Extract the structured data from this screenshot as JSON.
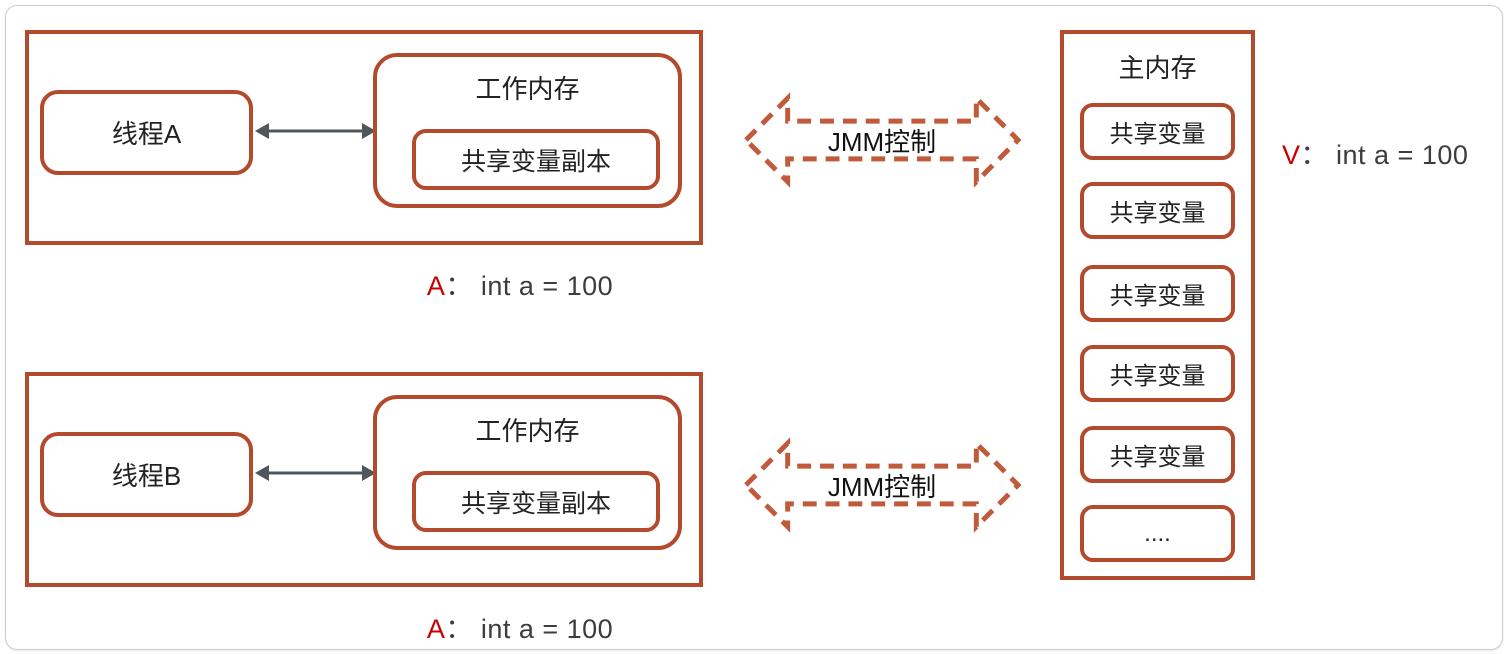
{
  "colors": {
    "box_border": "#b34a2d",
    "dashed_border": "#c05a3a",
    "connector_arrow": "#4f575d",
    "red_letter": "#c80000",
    "text_dark": "#222222",
    "value_text": "#3d3d3d",
    "frame_border": "#cbcbcb"
  },
  "threads": [
    {
      "name": "线程A",
      "working_memory_title": "工作内存",
      "copy_label": "共享变量副本",
      "value_red": "A",
      "value_rest": "：  int a = 100"
    },
    {
      "name": "线程B",
      "working_memory_title": "工作内存",
      "copy_label": "共享变量副本",
      "value_red": "A",
      "value_rest": "：  int a = 100"
    }
  ],
  "jmm_arrows": [
    {
      "label": "JMM控制"
    },
    {
      "label": "JMM控制"
    }
  ],
  "main_memory": {
    "title": "主内存",
    "cells": [
      "共享变量",
      "共享变量",
      "共享变量",
      "共享变量",
      "共享变量",
      "...."
    ]
  },
  "side_value": {
    "value_red": "V",
    "value_rest": "：  int a = 100"
  }
}
